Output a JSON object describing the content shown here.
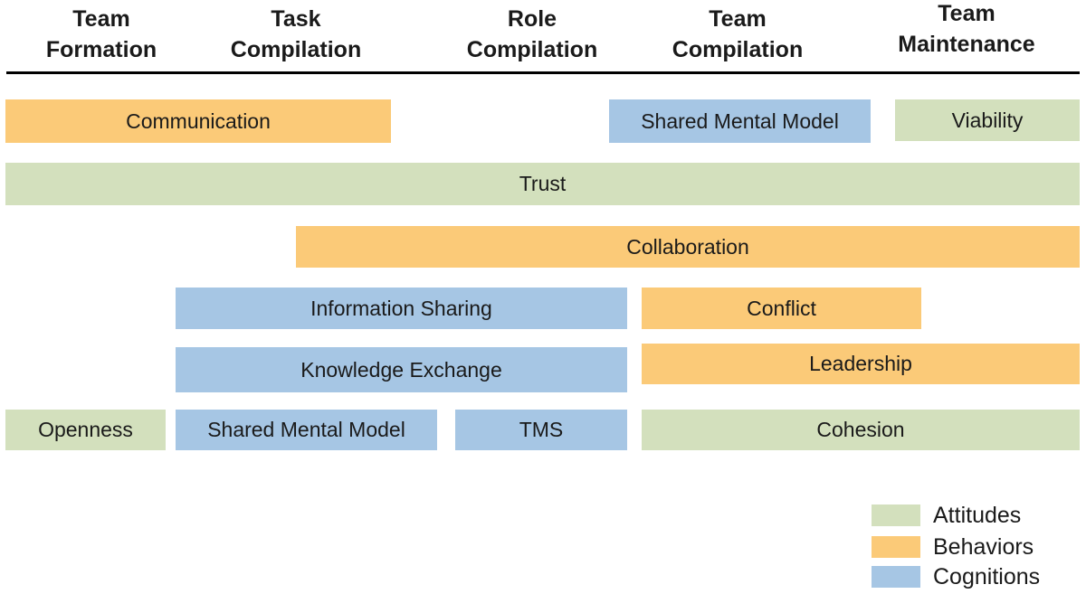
{
  "stages": [
    {
      "line1": "Team",
      "line2": "Formation"
    },
    {
      "line1": "Task",
      "line2": "Compilation"
    },
    {
      "line1": "Role",
      "line2": "Compilation"
    },
    {
      "line1": "Team",
      "line2": "Compilation"
    },
    {
      "line1": "Team",
      "line2": "Maintenance"
    }
  ],
  "bars": [
    {
      "label": "Communication",
      "category": "behaviors"
    },
    {
      "label": "Shared Mental Model",
      "category": "cognitions"
    },
    {
      "label": "Viability",
      "category": "attitudes"
    },
    {
      "label": "Trust",
      "category": "attitudes"
    },
    {
      "label": "Collaboration",
      "category": "behaviors"
    },
    {
      "label": "Information Sharing",
      "category": "cognitions"
    },
    {
      "label": "Conflict",
      "category": "behaviors"
    },
    {
      "label": "Knowledge Exchange",
      "category": "cognitions"
    },
    {
      "label": "Leadership",
      "category": "behaviors"
    },
    {
      "label": "Openness",
      "category": "attitudes"
    },
    {
      "label": "Shared Mental Model",
      "category": "cognitions"
    },
    {
      "label": "TMS",
      "category": "cognitions"
    },
    {
      "label": "Cohesion",
      "category": "attitudes"
    }
  ],
  "legend": [
    {
      "label": "Attitudes",
      "category": "attitudes"
    },
    {
      "label": "Behaviors",
      "category": "behaviors"
    },
    {
      "label": "Cognitions",
      "category": "cognitions"
    }
  ],
  "colors": {
    "attitudes": "#d3e0bd",
    "behaviors": "#fbca78",
    "cognitions": "#a6c6e4"
  }
}
